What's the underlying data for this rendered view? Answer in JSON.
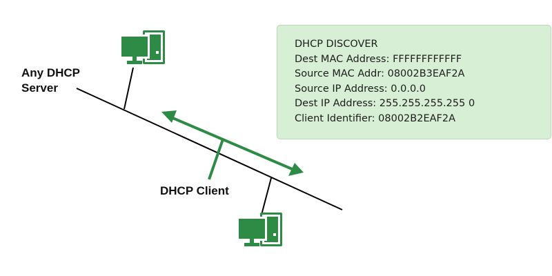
{
  "labels": {
    "server": [
      "Any DHCP",
      "Server"
    ],
    "client": "DHCP Client"
  },
  "info_box": {
    "lines": [
      "DHCP DISCOVER",
      "Dest MAC Address: FFFFFFFFFFFF",
      "Source MAC Addr: 08002B3EAF2A",
      "Source IP Address: 0.0.0.0",
      "Dest IP Address: 255.255.255.255 0",
      "Client Identifier: 08002B2EAF2A"
    ]
  },
  "icons": {
    "server": "desktop-computer-icon",
    "client": "desktop-computer-icon"
  },
  "colors": {
    "accent": "#2e8b46",
    "line": "#000000",
    "box_fill": "#d7efd5"
  }
}
